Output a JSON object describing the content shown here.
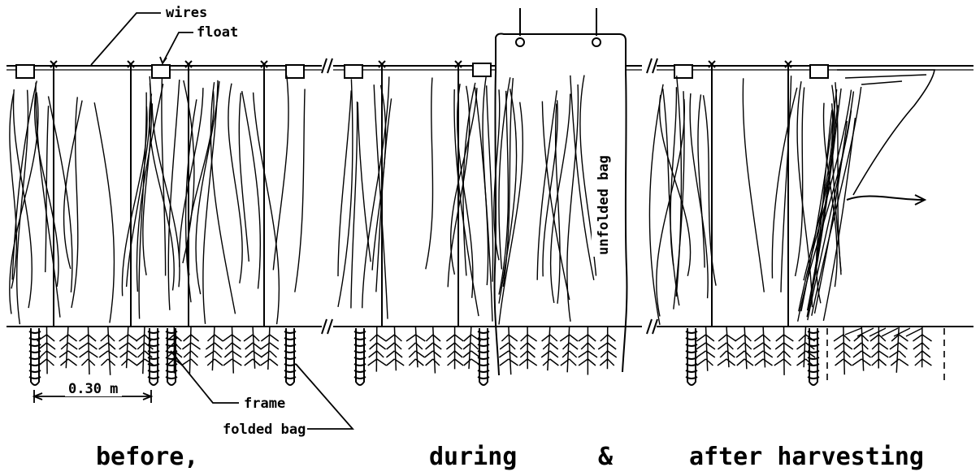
{
  "labels": {
    "wires": "wires",
    "float": "float",
    "unfolded_bag": "unfolded bag",
    "dimension": "0.30 m",
    "frame": "frame",
    "folded_bag": "folded bag"
  },
  "captions": {
    "before": "before,",
    "during": "during",
    "ampersand": "&",
    "after": "after harvesting"
  },
  "colors": {
    "ink": "#000000",
    "background": "#ffffff"
  }
}
